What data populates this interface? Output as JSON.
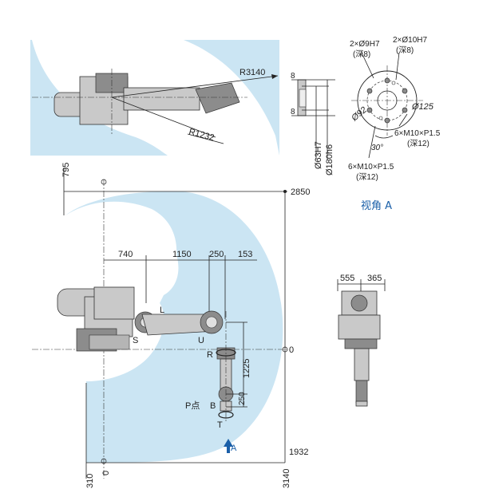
{
  "top_view": {
    "radius_max": "R3140",
    "radius_min": "R1232"
  },
  "flange": {
    "thickness_top": "8",
    "thickness_bottom": "8",
    "pin1": "2×Ø9H7",
    "pin1_depth": "(深8)",
    "pin2": "2×Ø10H7",
    "pin2_depth": "(深8)",
    "dia_125": "Ø125",
    "dia_92": "Ø92",
    "angle": "30°",
    "screw_right": "6×M10×P1.5",
    "screw_right_depth": "(深12)",
    "dia_63": "Ø63H7",
    "dia_180": "Ø180h6",
    "screw_bottom": "6×M10×P1.5",
    "screw_bottom_depth": "(深12)",
    "view_title": "视角 A"
  },
  "side_view": {
    "dim_795": "795",
    "dim_2850": "2850",
    "dim_740": "740",
    "dim_1150": "1150",
    "dim_250": "250",
    "dim_153": "153",
    "dim_1225": "1225",
    "dim_250_wrist": "250",
    "dim_0_right": "0",
    "dim_1932": "1932",
    "dim_310": "310",
    "dim_0_bottom": "0",
    "dim_3140": "3140",
    "axis_S": "S",
    "axis_L": "L",
    "axis_U": "U",
    "axis_R": "R",
    "axis_B": "B",
    "axis_T": "T",
    "p_point": "P点",
    "view_arrow": "A"
  },
  "front_view": {
    "dim_555": "555",
    "dim_365": "365"
  },
  "colors": {
    "zone": "#cbe5f3",
    "accent": "#1a5fa8"
  }
}
